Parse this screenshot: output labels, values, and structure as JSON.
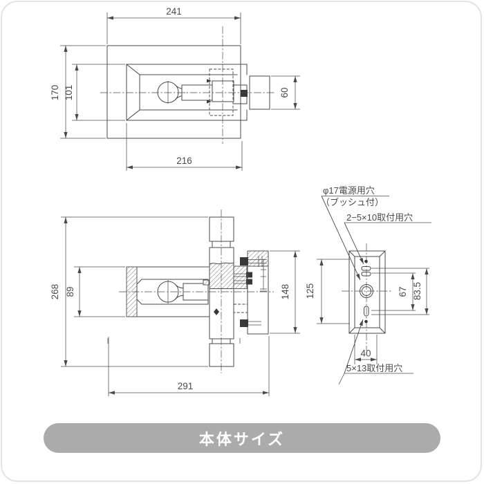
{
  "colors": {
    "line": "#4a4a4a",
    "pill_bg": "#ababab",
    "pill_text": "#ffffff",
    "frame_border": "#e3e3e3"
  },
  "footer": {
    "label": "本体サイズ"
  },
  "top_view": {
    "dim_overall_width": "241",
    "dim_overall_height": "170",
    "dim_housing_height": "101",
    "dim_housing_width": "216",
    "dim_arm_width": "60"
  },
  "side_view": {
    "dim_overall_height": "268",
    "dim_housing_height": "89",
    "dim_overall_depth": "291",
    "dim_plate_height": "148"
  },
  "back_view": {
    "dim_hole_pitch": "125",
    "dim_pitch_inner": "67",
    "dim_pitch_outer": "83.5",
    "dim_face_width": "40",
    "label_power_hole": "φ17電源用穴",
    "label_power_hole_note": "（ブッシュ付）",
    "label_mount_holes_top": "2−5×10取付用穴",
    "label_mount_hole_bottom": "5×13取付用穴"
  }
}
